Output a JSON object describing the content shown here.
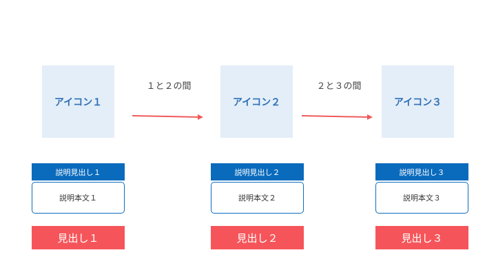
{
  "icons": [
    "アイコン１",
    "アイコン２",
    "アイコン３"
  ],
  "connectors": [
    "１と２の間",
    "２と３の間"
  ],
  "descriptions": [
    {
      "heading": "説明見出し１",
      "body": "説明本文１"
    },
    {
      "heading": "説明見出し２",
      "body": "説明本文２"
    },
    {
      "heading": "説明見出し３",
      "body": "説明本文３"
    }
  ],
  "headings": [
    "見出し１",
    "見出し２",
    "見出し３"
  ],
  "colors": {
    "icon_bg": "#e3eef8",
    "icon_text": "#2f6fb6",
    "arrow": "#f05a5a",
    "desc_head": "#0a6bbd",
    "heading_bg": "#f5555a"
  }
}
